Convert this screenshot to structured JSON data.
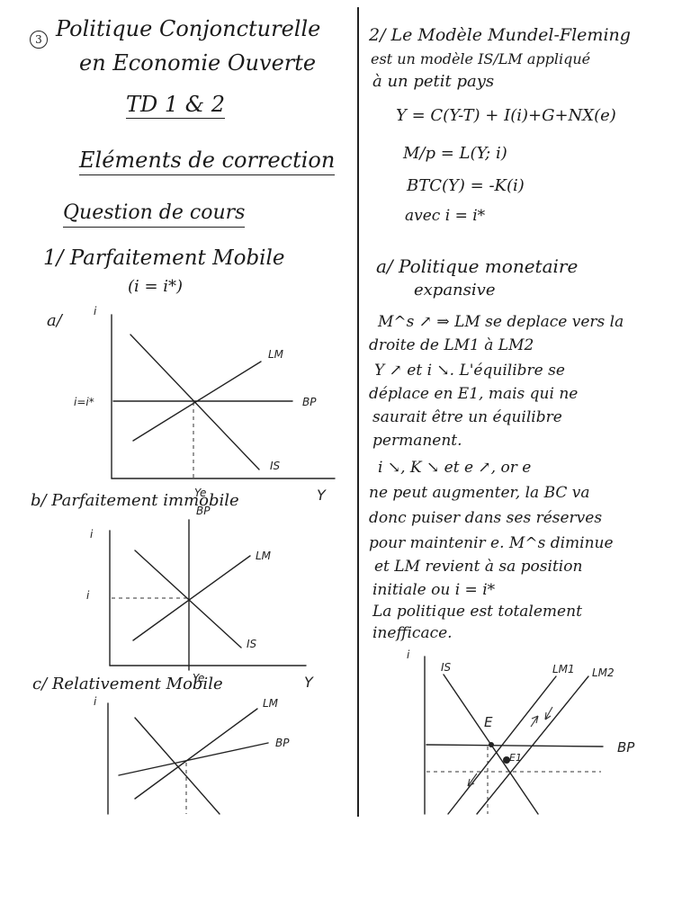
{
  "left": {
    "page_number": "3",
    "title_line1": "Politique Conjoncturelle",
    "title_line2": "en Economie Ouverte",
    "td": "TD 1 & 2",
    "corrections": "Eléments de correction",
    "question": "Question de cours",
    "q1": "1/ Parfaitement Mobile",
    "q1_eq": "(i = i*)",
    "a_label": "a/",
    "b_label": "b/ Parfaitement immobile",
    "c_label": "c/ Relativement Mobile"
  },
  "graph_a": {
    "axis_y": "i",
    "level": "i=i*",
    "lm": "LM",
    "bp": "BP",
    "is": "IS",
    "ye": "Ye",
    "axis_x": "Y"
  },
  "graph_b": {
    "axis_y": "i",
    "level": "i",
    "lm": "LM",
    "is": "IS",
    "ye": "Ye",
    "bp": "BP",
    "axis_x": "Y"
  },
  "graph_c": {
    "axis_y": "i",
    "lm": "LM",
    "bp": "BP"
  },
  "right": {
    "heading_line1": "2/ Le Modèle Mundel-Fleming",
    "heading_line2": "est un modèle IS/LM appliqué",
    "heading_line3": "à un petit pays",
    "eq1": "Y = C(Y-T) + I(i)+G+NX(e)",
    "eq2": "M/p = L(Y; i)",
    "eq3": "BTC(Y) = -K(i)",
    "eq4": "avec i = i*",
    "sub_a_line1": "a/ Politique monetaire",
    "sub_a_line2": "expansive",
    "para": [
      "M^s ↗ ⇒ LM se deplace vers la",
      "droite de LM1 à LM2",
      "Y ↗ et i ↘. L'équilibre se",
      "déplace en E1, mais qui ne",
      "saurait être un équilibre",
      "permanent.",
      "i ↘, K ↘ et e ↗, or e",
      "ne peut augmenter, la BC va",
      "donc puiser dans ses réserves",
      "pour maintenir e. M^s diminue",
      "et LM revient à sa position",
      "initiale ou i = i*",
      "La politique est totalement",
      "inefficace."
    ]
  },
  "graph_d": {
    "axis_y": "i",
    "is": "IS",
    "lm1": "LM1",
    "lm2": "LM2",
    "e": "E",
    "e1": "E1",
    "bp": "BP"
  },
  "colors": {
    "ink": "#222222",
    "paper": "#ffffff"
  }
}
